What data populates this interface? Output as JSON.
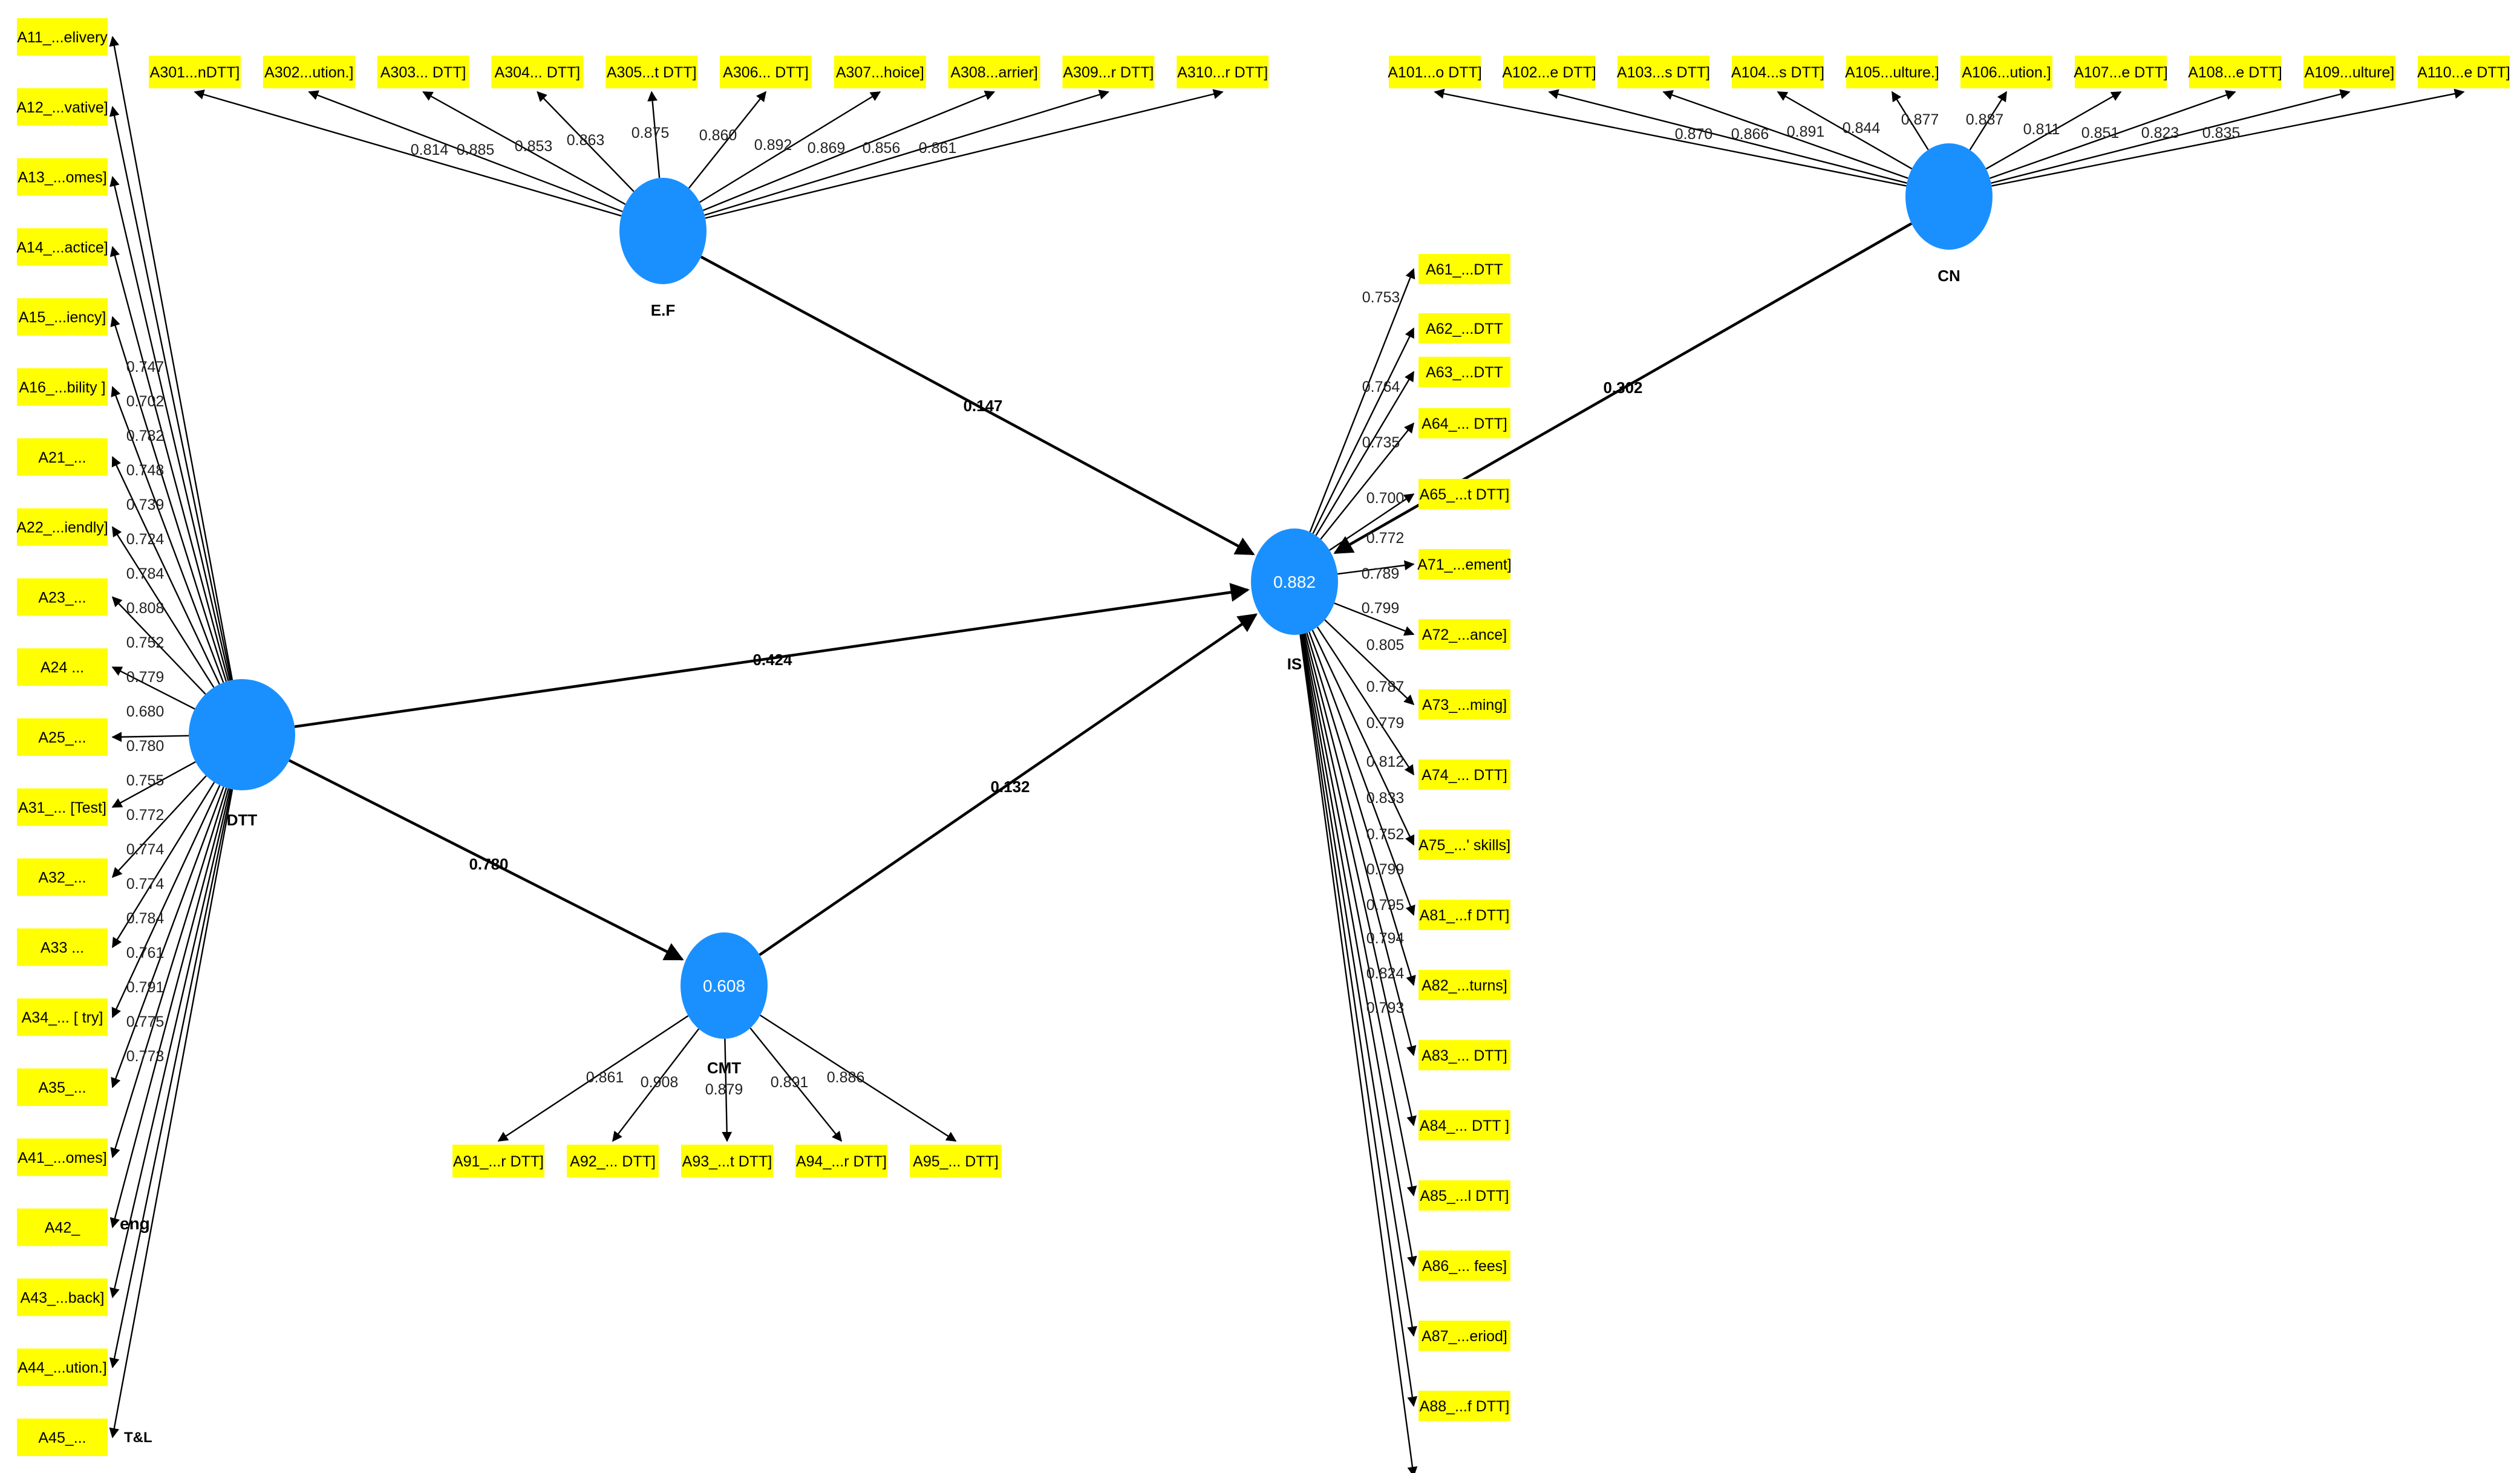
{
  "colors": {
    "construct": "#1a90ff",
    "indicator_fill": "#ffff00",
    "line": "#000000",
    "r2_text": "#ffffff"
  },
  "constructs": [
    {
      "id": "DTT",
      "name": "DTT",
      "r2": ""
    },
    {
      "id": "EF",
      "name": "E.F",
      "r2": ""
    },
    {
      "id": "CN",
      "name": "CN",
      "r2": ""
    },
    {
      "id": "CMT",
      "name": "CMT",
      "r2": "0.608"
    },
    {
      "id": "IS",
      "name": "IS",
      "r2": "0.882"
    }
  ],
  "paths": [
    {
      "from": "EF",
      "to": "IS",
      "coef": "0.147"
    },
    {
      "from": "DTT",
      "to": "IS",
      "coef": "0.424"
    },
    {
      "from": "DTT",
      "to": "CMT",
      "coef": "0.780"
    },
    {
      "from": "CMT",
      "to": "IS",
      "coef": "0.132"
    },
    {
      "from": "CN",
      "to": "IS",
      "coef": "0.302"
    }
  ],
  "indicator_groups": [
    {
      "construct": "DTT",
      "indicators": [
        {
          "label": "A11_...elivery",
          "loading": "0.747"
        },
        {
          "label": "A12_...vative]",
          "loading": "0.702"
        },
        {
          "label": "A13_...omes]",
          "loading": "0.782"
        },
        {
          "label": "A14_...actice]",
          "loading": "0.748"
        },
        {
          "label": "A15_...iency]",
          "loading": "0.739"
        },
        {
          "label": "A16_...bility ]",
          "loading": "0.724"
        },
        {
          "label": "A21_...",
          "loading": "0.784"
        },
        {
          "label": "A22_...iendly]",
          "loading": "0.808"
        },
        {
          "label": "A23_...",
          "loading": "0.752"
        },
        {
          "label": "A24 ...",
          "loading": "0.779"
        },
        {
          "label": "A25_...",
          "loading": "0.680"
        },
        {
          "label": "A31_... [Test]",
          "loading": "0.780"
        },
        {
          "label": "A32_...",
          "loading": "0.755"
        },
        {
          "label": "A33 ...",
          "loading": "0.772"
        },
        {
          "label": "A34_... [ try]",
          "loading": "0.774"
        },
        {
          "label": "A35_...",
          "loading": "0.774"
        },
        {
          "label": "A41_...omes]",
          "loading": "0.784"
        },
        {
          "label": "A42_",
          "loading": "0.761"
        },
        {
          "label": "A43_...back]",
          "loading": "0.791"
        },
        {
          "label": "A44_...ution.]",
          "loading": "0.775"
        },
        {
          "label": "A45_...",
          "loading": "0.773"
        }
      ]
    },
    {
      "construct": "EF",
      "indicators": [
        {
          "label": "A301...nDTT]",
          "loading": "0.814"
        },
        {
          "label": "A302...ution.]",
          "loading": "0.885"
        },
        {
          "label": "A303... DTT]",
          "loading": "0.853"
        },
        {
          "label": "A304... DTT]",
          "loading": "0.863"
        },
        {
          "label": "A305...t DTT]",
          "loading": "0.875"
        },
        {
          "label": "A306... DTT]",
          "loading": "0.860"
        },
        {
          "label": "A307...hoice]",
          "loading": "0.892"
        },
        {
          "label": "A308...arrier]",
          "loading": "0.869"
        },
        {
          "label": "A309...r DTT]",
          "loading": "0.856"
        },
        {
          "label": "A310...r DTT]",
          "loading": "0.861"
        }
      ]
    },
    {
      "construct": "CN",
      "indicators": [
        {
          "label": "A101...o DTT]",
          "loading": "0.870"
        },
        {
          "label": "A102...e DTT]",
          "loading": "0.866"
        },
        {
          "label": "A103...s DTT]",
          "loading": "0.891"
        },
        {
          "label": "A104...s DTT]",
          "loading": "0.844"
        },
        {
          "label": "A105...ulture.]",
          "loading": "0.877"
        },
        {
          "label": "A106...ution.]",
          "loading": "0.887"
        },
        {
          "label": "A107...e DTT]",
          "loading": "0.811"
        },
        {
          "label": "A108...e DTT]",
          "loading": "0.851"
        },
        {
          "label": "A109...ulture]",
          "loading": "0.823"
        },
        {
          "label": "A110...e DTT]",
          "loading": "0.835"
        }
      ]
    },
    {
      "construct": "CMT",
      "indicators": [
        {
          "label": "A91_...r DTT]",
          "loading": "0.861"
        },
        {
          "label": "A92_... DTT]",
          "loading": "0.908"
        },
        {
          "label": "A93_...t DTT]",
          "loading": "0.879"
        },
        {
          "label": "A94_...r DTT]",
          "loading": "0.891"
        },
        {
          "label": "A95_... DTT]",
          "loading": "0.886"
        }
      ]
    },
    {
      "construct": "IS",
      "indicators": [
        {
          "label": "A61_...DTT",
          "loading": "0.753"
        },
        {
          "label": "A62_...DTT",
          "loading": "0.764"
        },
        {
          "label": "A63_...DTT",
          "loading": "0.735"
        },
        {
          "label": "A64_... DTT]",
          "loading": ""
        },
        {
          "label": "A65_...t DTT]",
          "loading": "0.700"
        },
        {
          "label": "A71_...ement]",
          "loading": "0.772"
        },
        {
          "label": "A72_...ance]",
          "loading": "0.789"
        },
        {
          "label": "A73_...ming]",
          "loading": "0.799"
        },
        {
          "label": "A74_... DTT]",
          "loading": "0.805"
        },
        {
          "label": "A75_...' skills]",
          "loading": "0.787"
        },
        {
          "label": "A81_...f DTT]",
          "loading": "0.779"
        },
        {
          "label": "A82_...turns]",
          "loading": "0.812"
        },
        {
          "label": "A83_... DTT]",
          "loading": "0.833"
        },
        {
          "label": "A84_... DTT ]",
          "loading": "0.752"
        },
        {
          "label": "A85_...l DTT]",
          "loading": "0.799"
        },
        {
          "label": "A86_... fees]",
          "loading": "0.795"
        },
        {
          "label": "A87_...eriod]",
          "loading": "0.794"
        },
        {
          "label": "A88_...f DTT]",
          "loading": "0.824"
        },
        {
          "label": "",
          "loading": "0.793"
        }
      ]
    }
  ],
  "extra_labels": [
    {
      "text": "eng"
    },
    {
      "text": "T&L"
    }
  ]
}
